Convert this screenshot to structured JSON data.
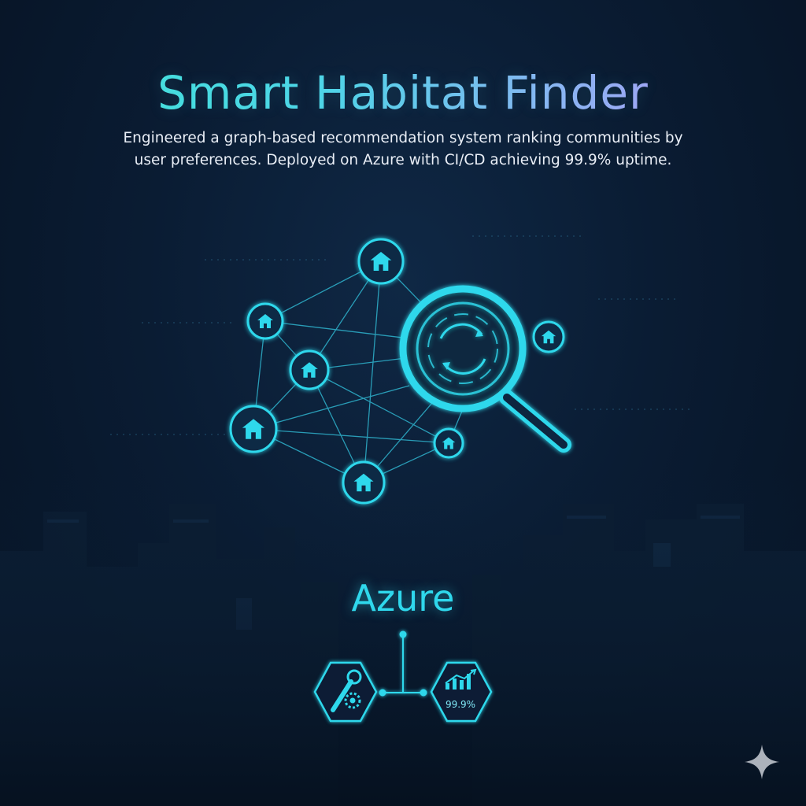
{
  "header": {
    "title": "Smart Habitat Finder",
    "description_line1": "Engineered a graph-based recommendation system ranking communities by",
    "description_line2": "user preferences. Deployed on Azure with CI/CD achieving 99.9% uptime."
  },
  "platform": {
    "label": "Azure",
    "uptime_badge": "99.9%"
  },
  "icons": {
    "home_nodes": "house-icon",
    "search": "magnifier-icon",
    "cicd": "wrench-gear-icon",
    "metrics": "bar-chart-icon",
    "watermark": "sparkle-icon"
  },
  "colors": {
    "accent": "#2fd8ec",
    "background": "#0a1c33",
    "title_gradient_start": "#3ee8d6",
    "title_gradient_end": "#c48ef7"
  }
}
